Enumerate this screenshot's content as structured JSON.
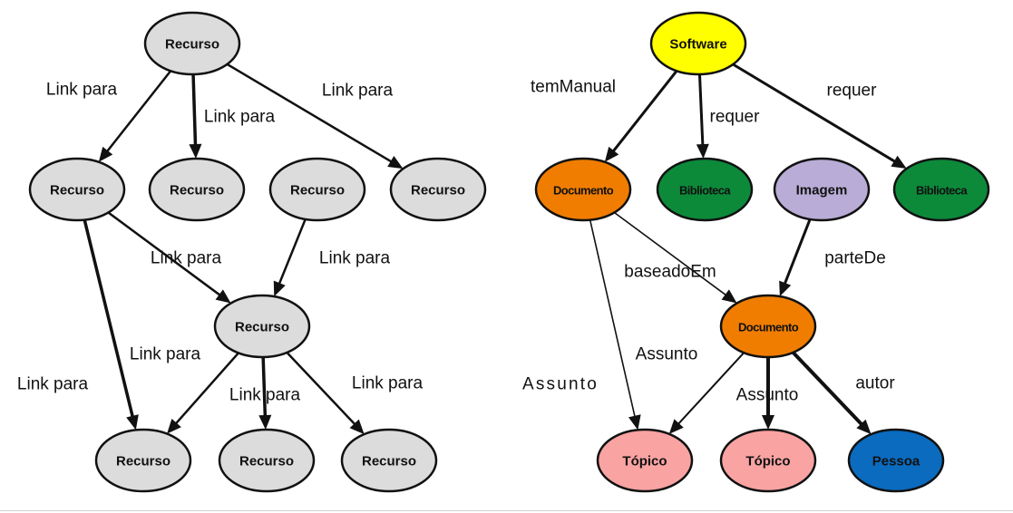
{
  "colors": {
    "resource": "#dcdcdc",
    "software": "#ffff00",
    "documento": "#f07d00",
    "biblioteca": "#0c8a3a",
    "imagem": "#b9acd6",
    "topico": "#f9a3a3",
    "pessoa": "#0a6bbf",
    "stroke": "#111111"
  },
  "left": {
    "nodes": [
      {
        "id": "r0",
        "label": "Recurso",
        "color": "resource"
      },
      {
        "id": "r1",
        "label": "Recurso",
        "color": "resource"
      },
      {
        "id": "r2",
        "label": "Recurso",
        "color": "resource"
      },
      {
        "id": "r3",
        "label": "Recurso",
        "color": "resource"
      },
      {
        "id": "r4",
        "label": "Recurso",
        "color": "resource"
      },
      {
        "id": "r5",
        "label": "Recurso",
        "color": "resource"
      },
      {
        "id": "r6",
        "label": "Recurso",
        "color": "resource"
      },
      {
        "id": "r7",
        "label": "Recurso",
        "color": "resource"
      },
      {
        "id": "r8",
        "label": "Recurso",
        "color": "resource"
      }
    ],
    "edges": [
      {
        "from": "r0",
        "to": "r1",
        "label": "Link para"
      },
      {
        "from": "r0",
        "to": "r2",
        "label": "Link para"
      },
      {
        "from": "r0",
        "to": "r4",
        "label": "Link para"
      },
      {
        "from": "r1",
        "to": "r5",
        "label": "Link para"
      },
      {
        "from": "r3",
        "to": "r5",
        "label": "Link para"
      },
      {
        "from": "r1",
        "to": "r6",
        "label": "Link para"
      },
      {
        "from": "r5",
        "to": "r6",
        "label": "Link para"
      },
      {
        "from": "r5",
        "to": "r7",
        "label": "Link para"
      },
      {
        "from": "r5",
        "to": "r8",
        "label": "Link para"
      }
    ]
  },
  "right": {
    "nodes": [
      {
        "id": "s0",
        "label": "Software",
        "color": "software"
      },
      {
        "id": "d1",
        "label": "Documento",
        "color": "documento"
      },
      {
        "id": "b1",
        "label": "Biblioteca",
        "color": "biblioteca"
      },
      {
        "id": "i1",
        "label": "Imagem",
        "color": "imagem"
      },
      {
        "id": "b2",
        "label": "Biblioteca",
        "color": "biblioteca"
      },
      {
        "id": "d2",
        "label": "Documento",
        "color": "documento"
      },
      {
        "id": "t1",
        "label": "Tópico",
        "color": "topico"
      },
      {
        "id": "t2",
        "label": "Tópico",
        "color": "topico"
      },
      {
        "id": "p1",
        "label": "Pessoa",
        "color": "pessoa"
      }
    ],
    "edges": [
      {
        "from": "s0",
        "to": "d1",
        "label": "temManual"
      },
      {
        "from": "s0",
        "to": "b1",
        "label": "requer"
      },
      {
        "from": "s0",
        "to": "b2",
        "label": "requer"
      },
      {
        "from": "d1",
        "to": "d2",
        "label": "baseadoEm"
      },
      {
        "from": "i1",
        "to": "d2",
        "label": "parteDe"
      },
      {
        "from": "d1",
        "to": "t1",
        "label": "Assunto"
      },
      {
        "from": "d2",
        "to": "t1",
        "label": "Assunto"
      },
      {
        "from": "d2",
        "to": "t2",
        "label": "Assunto"
      },
      {
        "from": "d2",
        "to": "p1",
        "label": "autor"
      }
    ]
  }
}
